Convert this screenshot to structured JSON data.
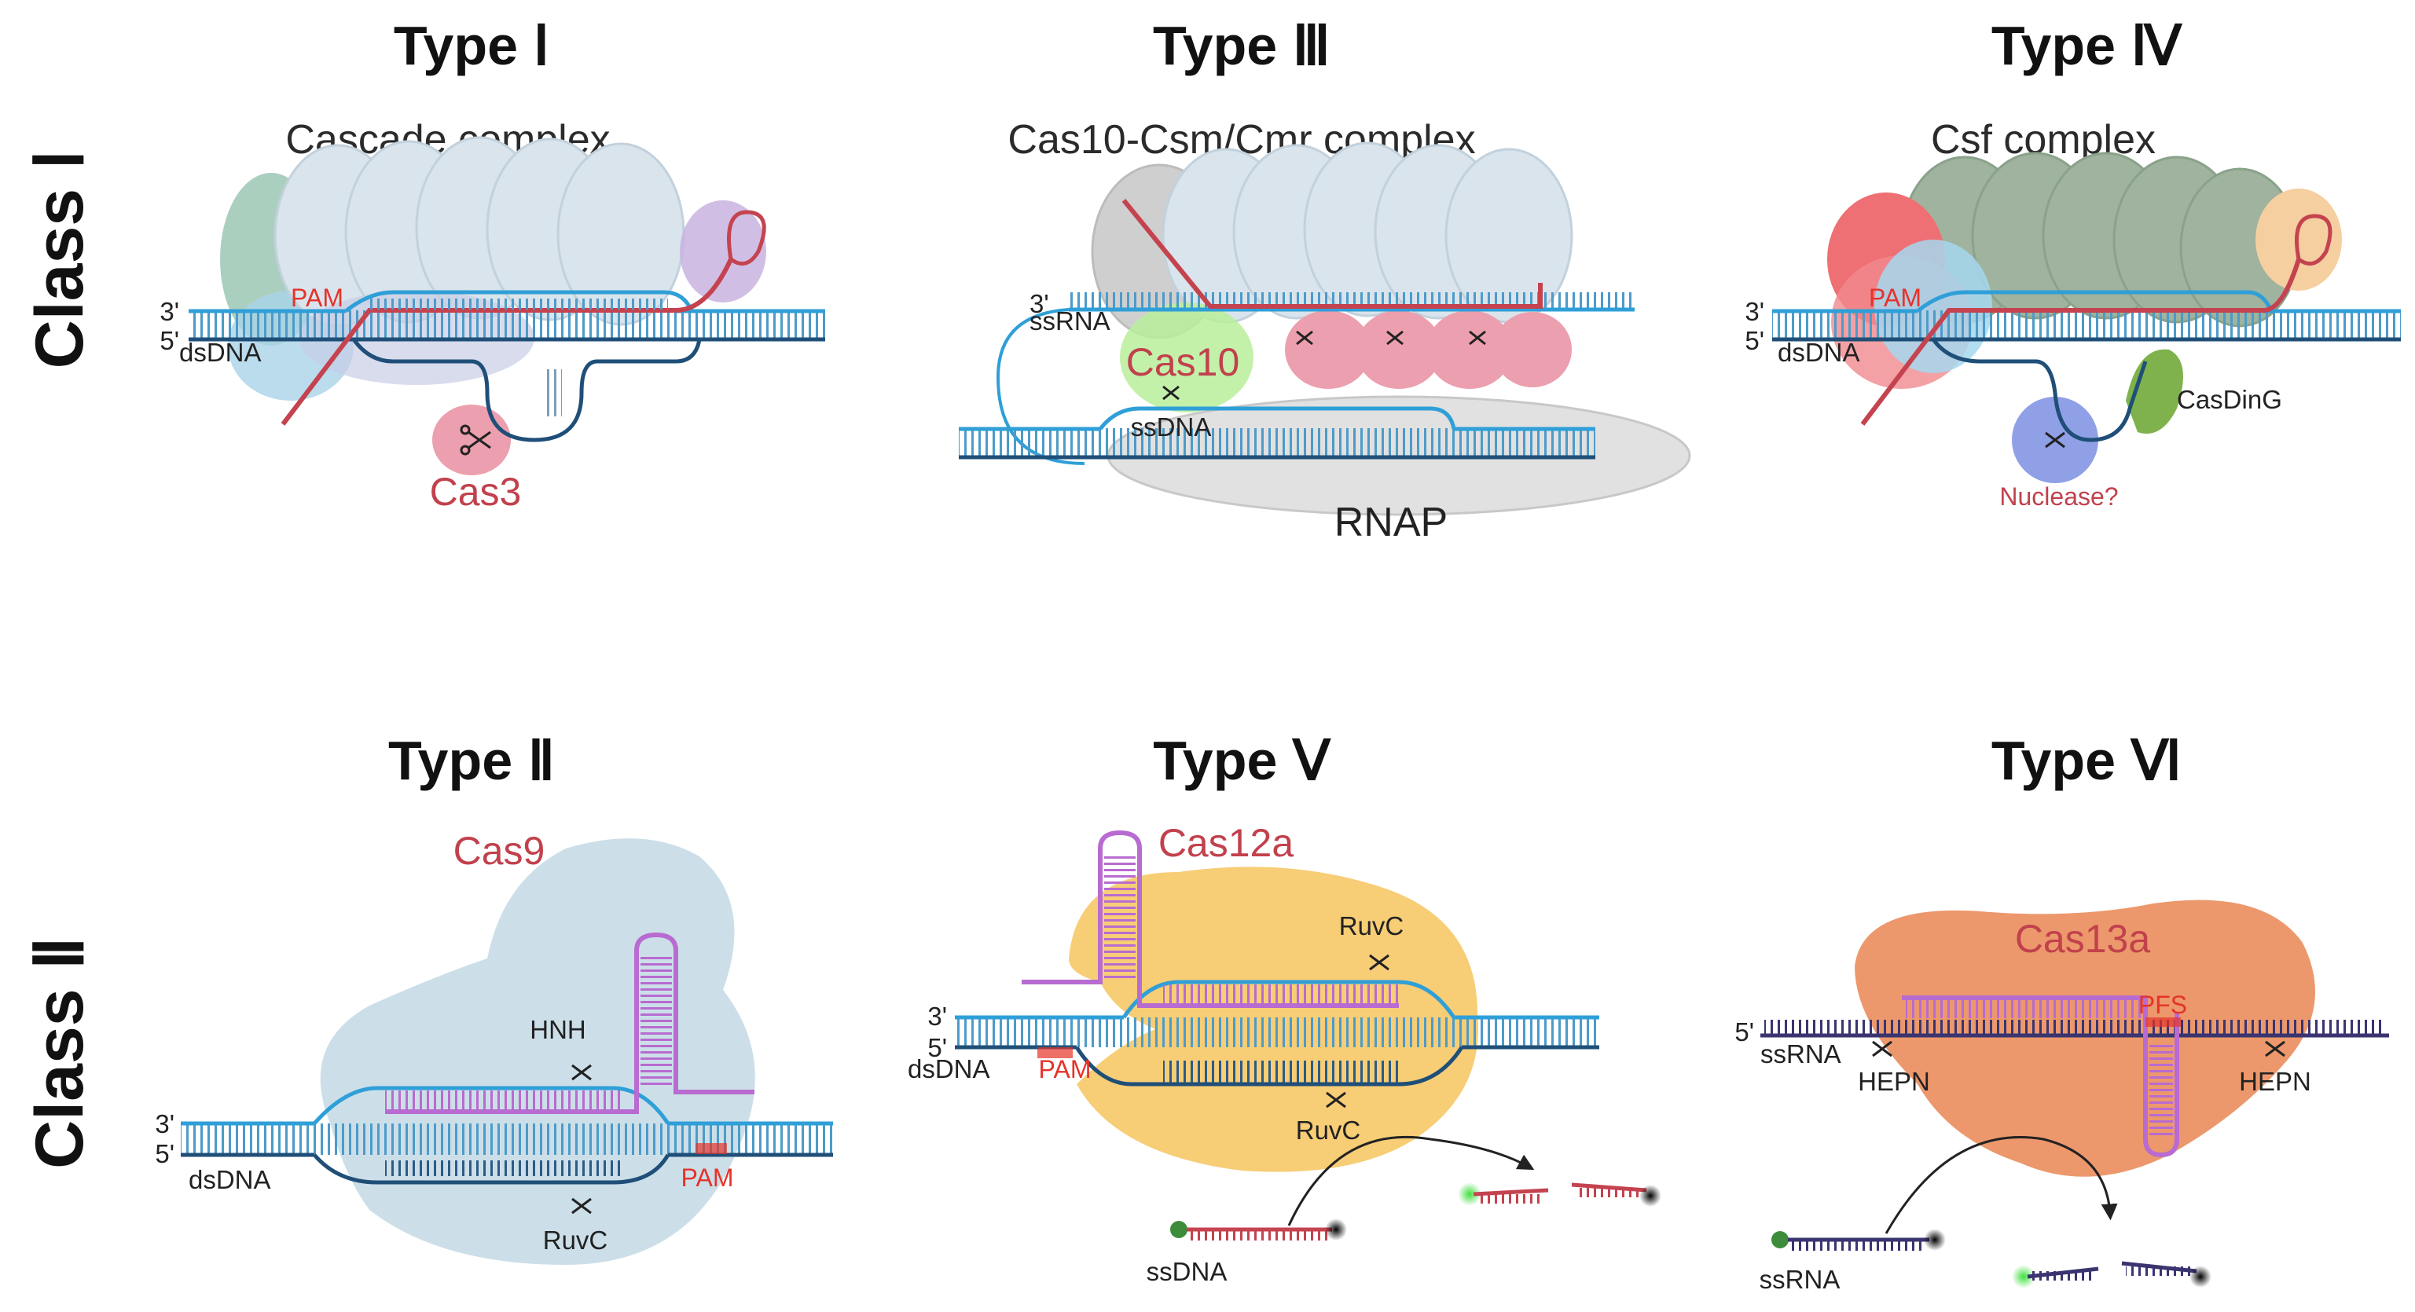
{
  "row1": {
    "class_label": "Class Ⅰ",
    "panels": [
      {
        "type": "Type Ⅰ",
        "complex": "Cascade complex",
        "prime3": "3'",
        "prime5": "5'",
        "dsdna": "dsDNA",
        "pam": "PAM",
        "effector": "Cas3"
      },
      {
        "type": "Type Ⅲ",
        "complex": "Cas10-Csm/Cmr complex",
        "prime3": "3'",
        "ssrna": "ssRNA",
        "effector": "Cas10",
        "ssdna": "ssDNA",
        "rnap": "RNAP"
      },
      {
        "type": "Type Ⅳ",
        "complex": "Csf complex",
        "prime3": "3'",
        "prime5": "5'",
        "dsdna": "dsDNA",
        "pam": "PAM",
        "casding": "CasDinG",
        "nuclease": "Nuclease?"
      }
    ]
  },
  "row2": {
    "class_label": "Class Ⅱ",
    "panels": [
      {
        "type": "Type Ⅱ",
        "effector": "Cas9",
        "hnh": "HNH",
        "ruvc": "RuvC",
        "prime3": "3'",
        "prime5": "5'",
        "dsdna": "dsDNA",
        "pam": "PAM"
      },
      {
        "type": "Type Ⅴ",
        "effector": "Cas12a",
        "ruvc_top": "RuvC",
        "ruvc_bottom": "RuvC",
        "prime3": "3'",
        "prime5": "5'",
        "dsdna": "dsDNA",
        "pam": "PAM",
        "ssdna": "ssDNA"
      },
      {
        "type": "Type Ⅵ",
        "effector": "Cas13a",
        "pfs": "PFS",
        "prime5": "5'",
        "ssrna": "ssRNA",
        "hepn_left": "HEPN",
        "hepn_right": "HEPN",
        "ssrna_bottom": "ssRNA"
      }
    ]
  },
  "colors": {
    "dna_top": "#2f9fd8",
    "dna_bottom": "#1f4f78",
    "guide": "#c4434f",
    "cas9_guide": "#b86bd0",
    "type6_strand": "#3a3570",
    "cas9_body": "#c9dde8",
    "cas12a_body": "#f6c96a",
    "cas13a_body": "#eb9264",
    "label_red": "#c1414c",
    "pam_red": "#e5332a"
  }
}
